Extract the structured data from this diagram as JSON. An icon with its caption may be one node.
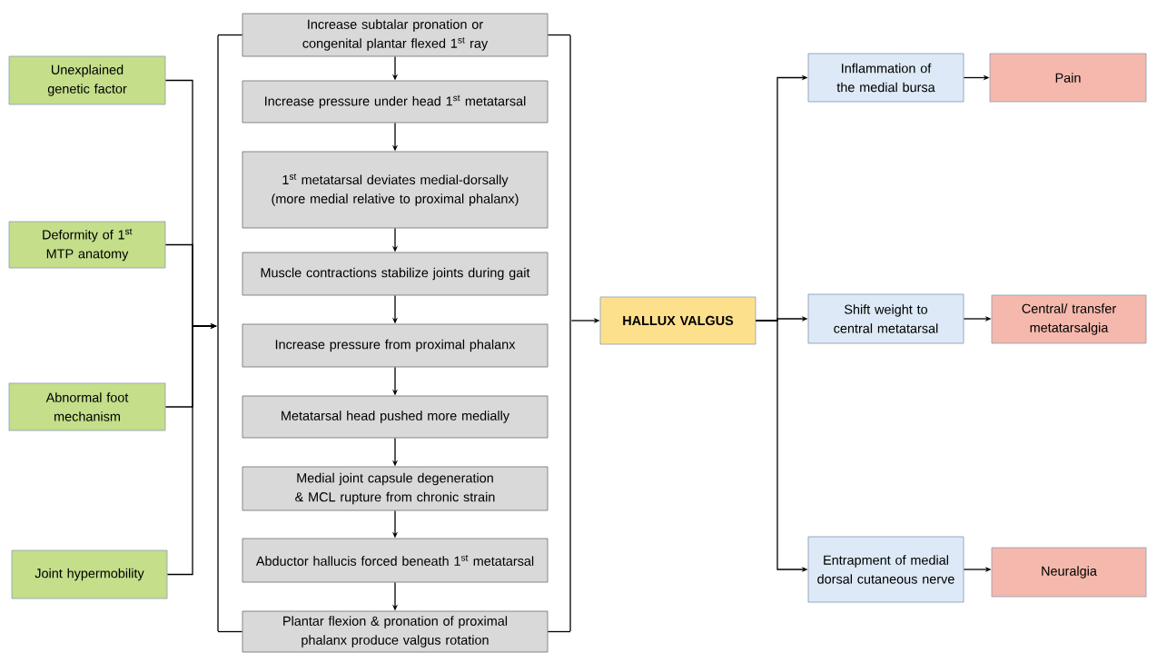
{
  "diagram": {
    "nodes": [
      {
        "text": [
          "Unexplained genetic factor"
        ]
      },
      {
        "text": [
          "Deformity of 1$^{st}$ MTP anatomy"
        ]
      },
      {
        "text": [
          "Abnormal foot mechanism"
        ]
      },
      {
        "text": [
          "Joint hypermobility"
        ]
      },
      {
        "text": [
          "Increase subtalar pronation or congenital plantar flexed 1$^{st}$ ray"
        ]
      },
      {
        "text": [
          "Increase pressure under head 1$^{st}$ metatarsal"
        ]
      },
      {
        "text": [
          "1$^{st}$ metatarsal deviates medial-dorsally (more medial relative to proximal phalanx)"
        ]
      },
      {
        "text": [
          "Muscle contractions stabilize joints during gait"
        ]
      },
      {
        "text": [
          "Increase pressure from proximal phalanx"
        ]
      },
      {
        "text": [
          "Metatarsal head pushed more medially"
        ]
      },
      {
        "text": [
          "Medial joint capsule degeneration & MCL rupture from chronic strain"
        ]
      },
      {
        "text": [
          "Abductor hallucis forced beneath 1$^{st}$ metatarsal"
        ]
      },
      {
        "text": [
          "Plantar flexion & pronation of proximal phalanx produce valgus rotation"
        ]
      },
      {
        "text": [
          "HALLUX VALGUS"
        ]
      },
      {
        "text": [
          "Inflammation of the medial bursa"
        ]
      },
      {
        "text": [
          "Pain"
        ]
      },
      {
        "text": [
          "Shift weight to central metatarsal"
        ]
      },
      {
        "text": [
          "Central/ transfer metatarsalgia"
        ]
      },
      {
        "text": [
          "Entrapment of medial dorsal cutaneous nerve"
        ]
      },
      {
        "text": [
          "Neuralgia"
        ]
      },
      {
        "text": [],
        "shape": "bar"
      },
      {
        "text": [],
        "shape": "bar"
      }
    ],
    "edges": [
      {
        "from": 0,
        "to": 20,
        "arrow": "to"
      },
      {
        "from": 1,
        "to": 20,
        "arrow": "to"
      },
      {
        "from": 2,
        "to": 20,
        "arrow": "to"
      },
      {
        "from": 3,
        "to": 20,
        "arrow": "to"
      },
      {
        "from": 20,
        "to": 4,
        "arrow": "none"
      },
      {
        "from": 20,
        "to": 12,
        "arrow": "none"
      },
      {
        "from": 4,
        "to": 5,
        "arrow": "to"
      },
      {
        "from": 5,
        "to": 6,
        "arrow": "to"
      },
      {
        "from": 6,
        "to": 7,
        "arrow": "to"
      },
      {
        "from": 7,
        "to": 8,
        "arrow": "to"
      },
      {
        "from": 8,
        "to": 9,
        "arrow": "to"
      },
      {
        "from": 9,
        "to": 10,
        "arrow": "to"
      },
      {
        "from": 10,
        "to": 11,
        "arrow": "to"
      },
      {
        "from": 11,
        "to": 12,
        "arrow": "to"
      },
      {
        "from": 4,
        "to": 21,
        "arrow": "none"
      },
      {
        "from": 12,
        "to": 21,
        "arrow": "none"
      },
      {
        "from": 21,
        "to": 13,
        "arrow": "to"
      },
      {
        "from": 13,
        "to": 14,
        "arrow": "to"
      },
      {
        "from": 13,
        "to": 16,
        "arrow": "to"
      },
      {
        "from": 13,
        "to": 18,
        "arrow": "to"
      },
      {
        "from": 14,
        "to": 15,
        "arrow": "to"
      },
      {
        "from": 16,
        "to": 17,
        "arrow": "to"
      },
      {
        "from": 18,
        "to": 19,
        "arrow": "to"
      }
    ]
  }
}
